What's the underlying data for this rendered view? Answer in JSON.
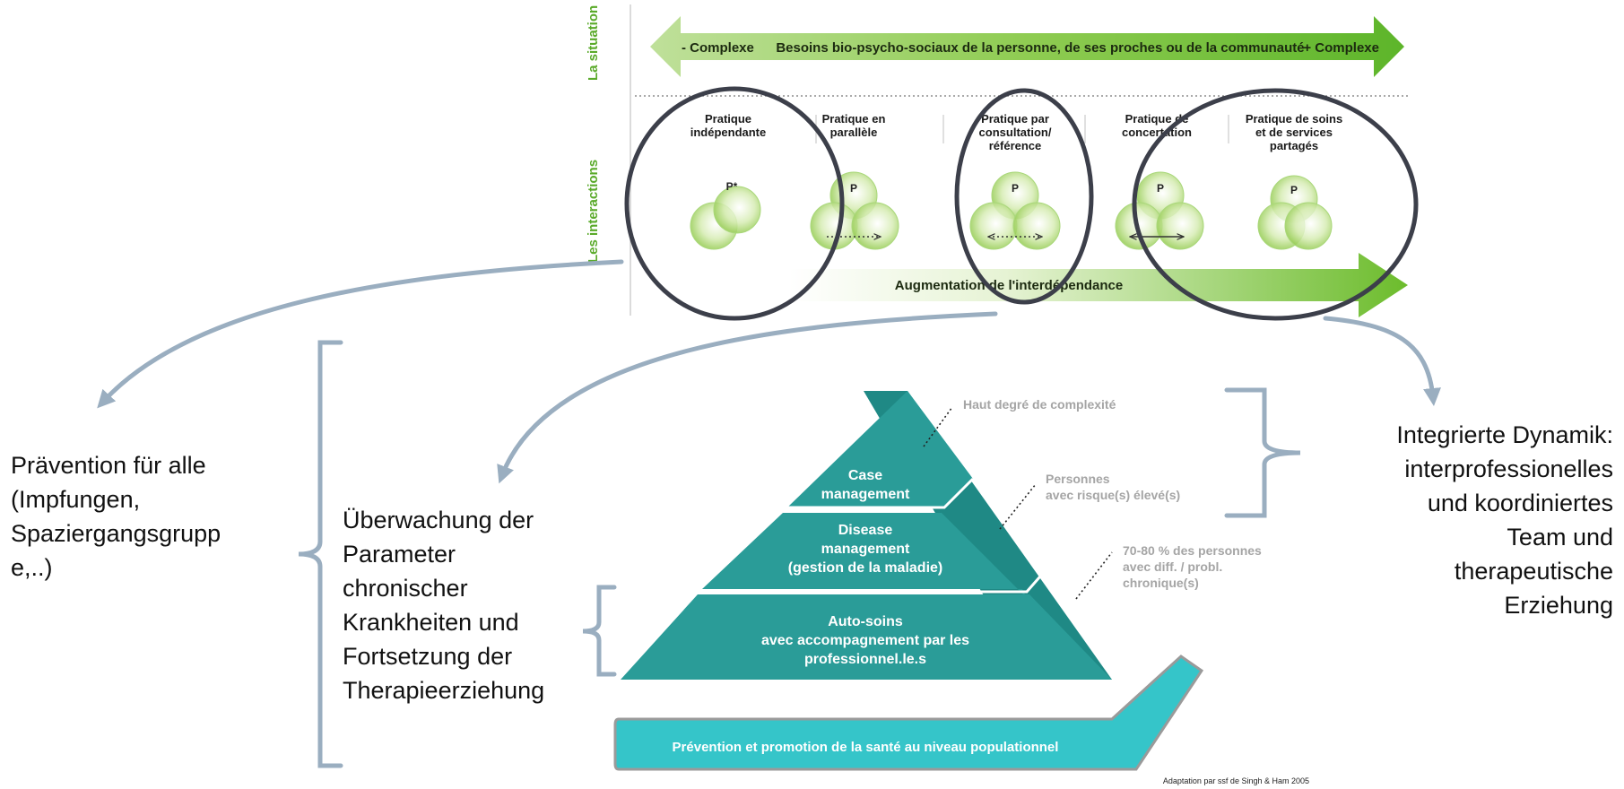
{
  "situation": {
    "side_label": "La situation",
    "arrow_left": "- Complexe",
    "arrow_center": "Besoins bio-psycho-sociaux de la personne, de ses proches ou de la communauté",
    "arrow_right": "+ Complexe"
  },
  "interactions": {
    "side_label": "Les interactions",
    "bottom_arrow": "Augmentation de l'interdépendance",
    "practices": [
      {
        "label": [
          "Pratique",
          "indépendante"
        ],
        "p": "P*"
      },
      {
        "label": [
          "Pratique en",
          "parallèle"
        ],
        "p": "P"
      },
      {
        "label": [
          "Pratique par",
          "consultation/",
          "référence"
        ],
        "p": "P"
      },
      {
        "label": [
          "Pratique de",
          "concertation"
        ],
        "p": "P"
      },
      {
        "label": [
          "Pratique de soins",
          "et de services",
          "partagés"
        ],
        "p": "P"
      }
    ]
  },
  "pyramid": {
    "top_tier": [
      "Case",
      "management"
    ],
    "middle_tier": [
      "Disease",
      "management",
      "(gestion de la maladie)"
    ],
    "bottom_tier": [
      "Auto-soins",
      "avec accompagnement par les",
      "professionnel.le.s"
    ],
    "base": "Prévention et promotion de la santé au niveau populationnel",
    "annot_top": "Haut degré de complexité",
    "annot_mid": [
      "Personnes",
      "avec risque(s) élevé(s)"
    ],
    "annot_low": [
      "70-80 % des personnes",
      "avec diff. / probl.",
      "chronique(s)"
    ],
    "source": "Adaptation par ssf de Singh & Ham 2005"
  },
  "notes": {
    "left": [
      "Prävention für alle",
      "(Impfungen,",
      "Spaziergangsgrupp",
      "e,..)"
    ],
    "middle": [
      "Überwachung der",
      "Parameter",
      "chronischer",
      "Krankheiten und",
      "Fortsetzung der",
      "Therapieerziehung"
    ],
    "right": [
      "Integrierte Dynamik:",
      "interprofessionelles",
      "und koordiniertes",
      "Team und",
      "therapeutische",
      "Erziehung"
    ]
  },
  "colors": {
    "green_dark": "#6cbc2c",
    "green_light": "#e6f3d4",
    "teal": "#2a9c98",
    "teal_dark": "#1f8985",
    "cyan": "#35c5c9",
    "ellipse": "#3c3f4a",
    "connector": "#9aaec0",
    "grey_text": "#a5a5a5"
  }
}
